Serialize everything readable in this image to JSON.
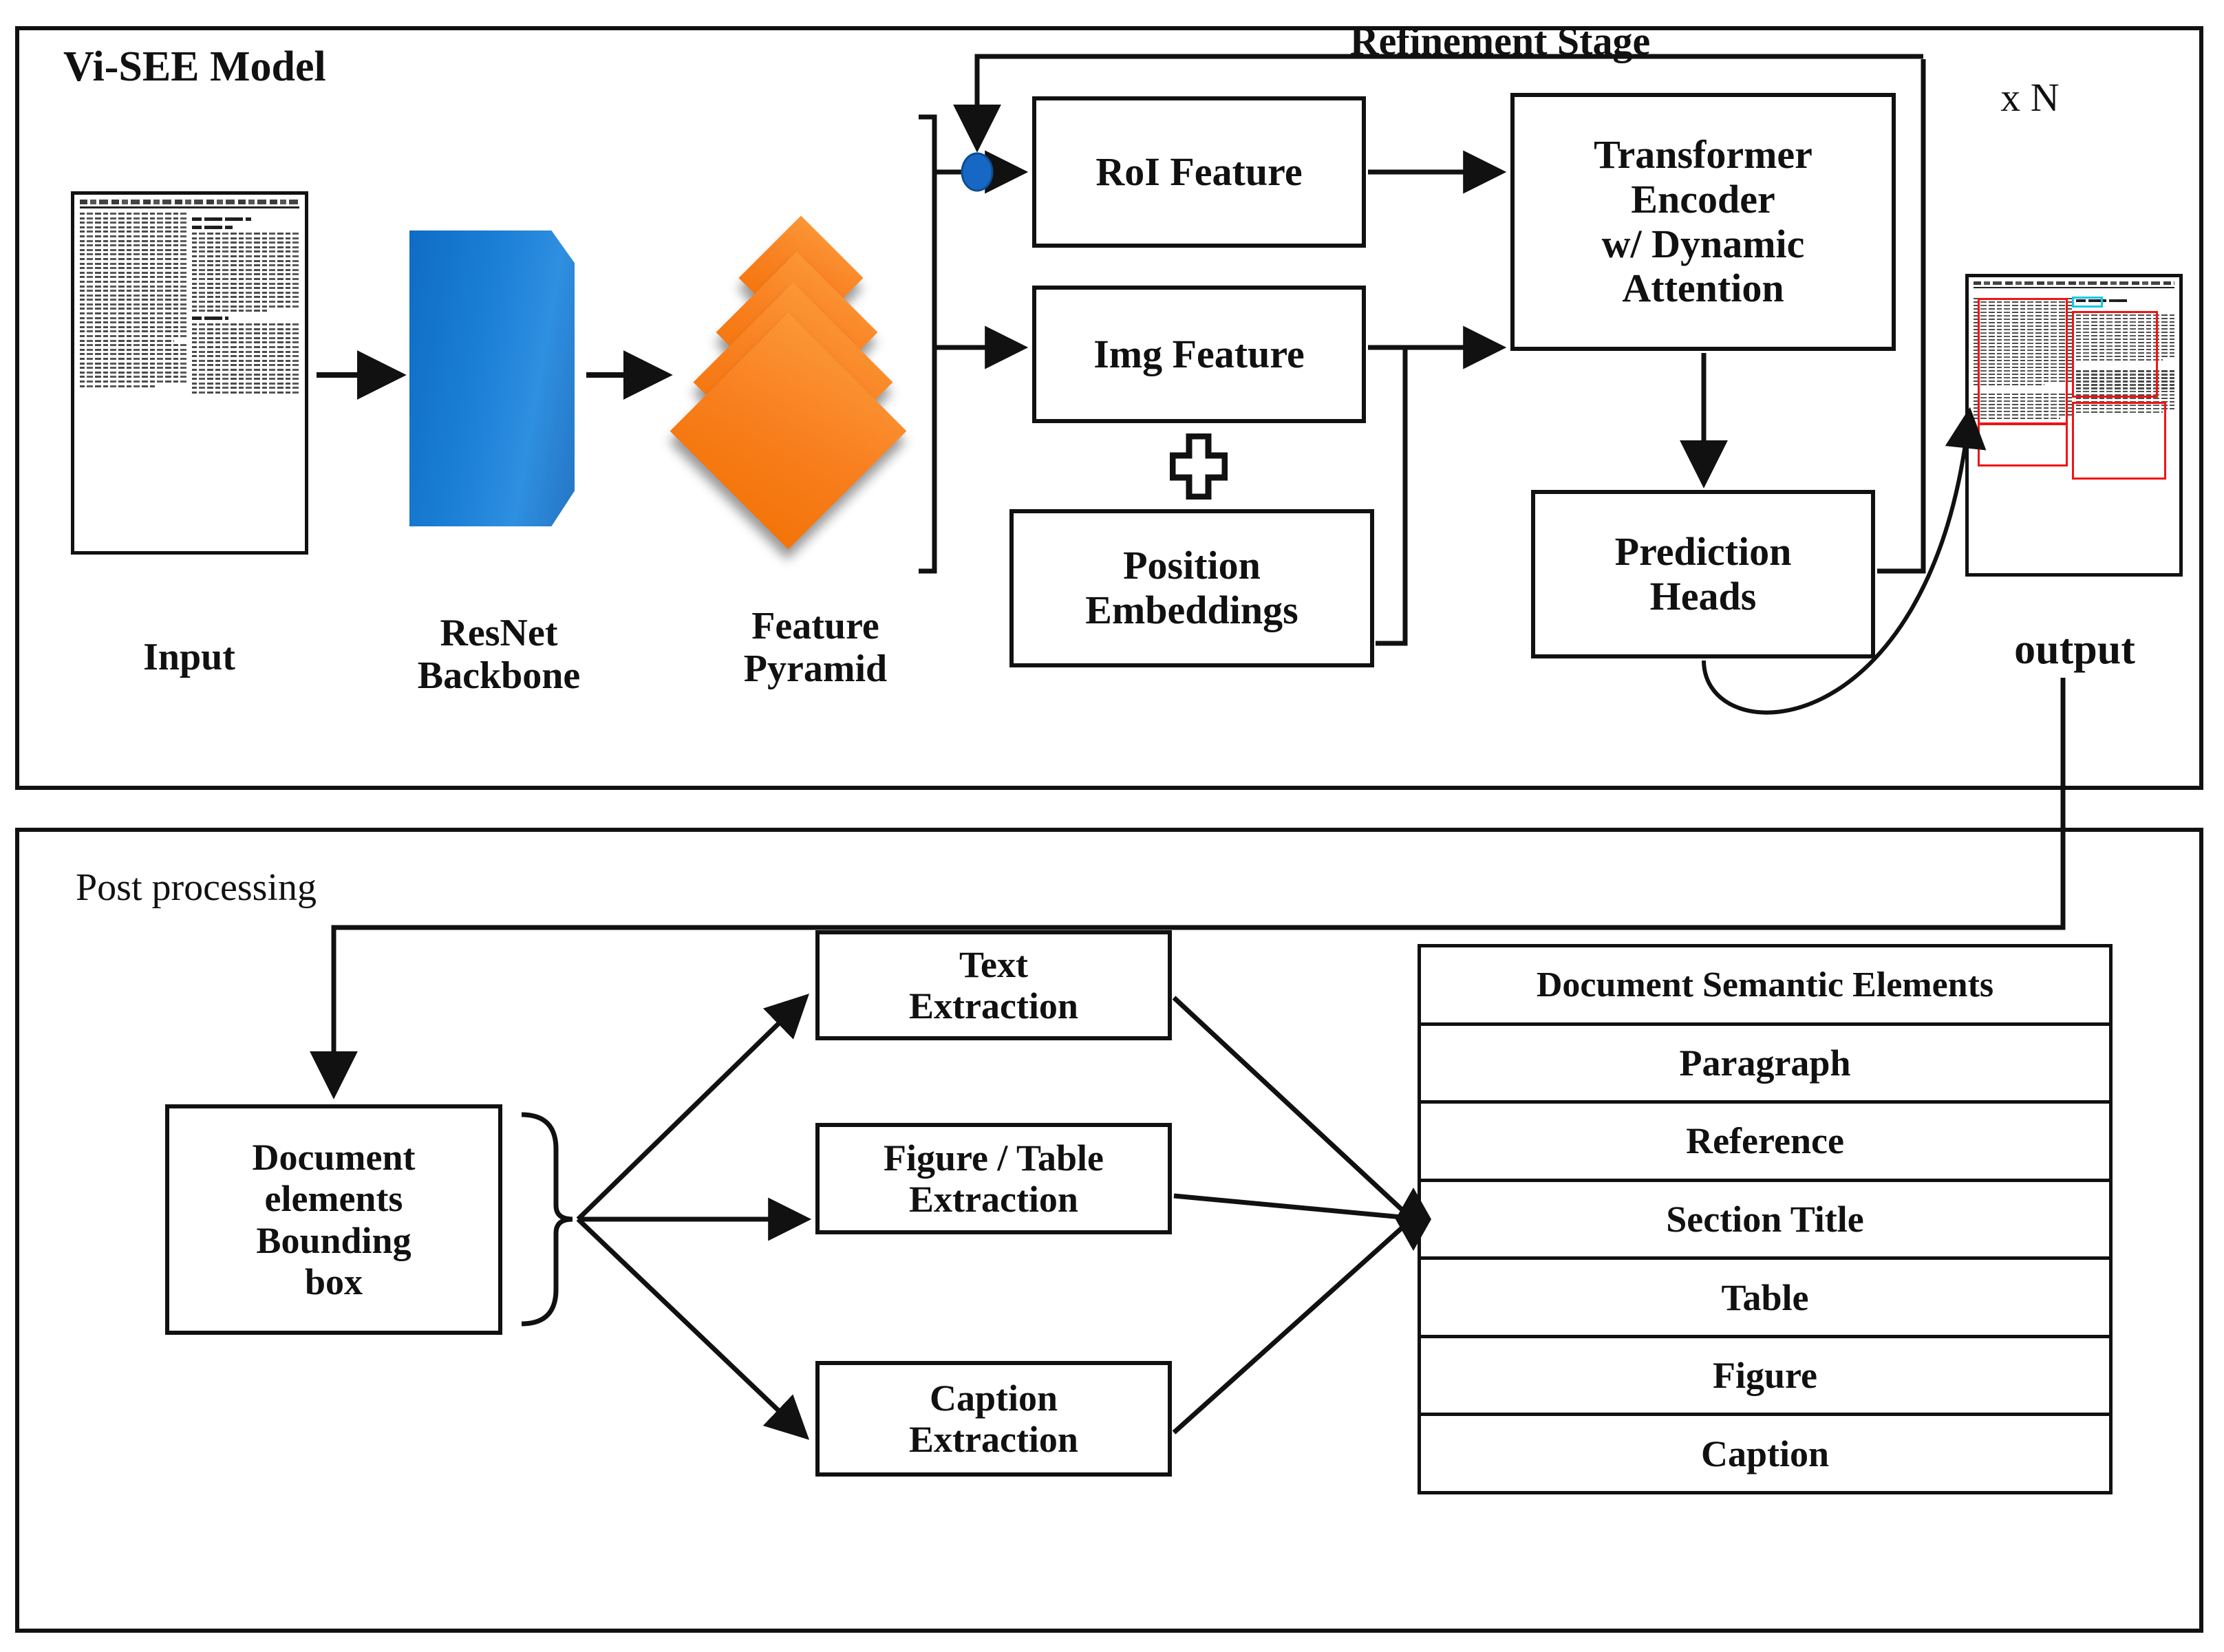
{
  "diagram": {
    "title": "Vi-SEE Model architecture with post processing",
    "stages": [
      {
        "name": "Vi-SEE Model",
        "title": "Vi-SEE Model"
      },
      {
        "name": "Post processing",
        "title": "Post processing"
      }
    ]
  },
  "model_stage": {
    "title": "Vi-SEE Model",
    "refinement_label": "Refinement Stage",
    "repeat_label": "x N",
    "input_caption": "Input",
    "backbone_caption": "ResNet\nBackbone",
    "pyramid_caption": "Feature\nPyramid",
    "output_caption": "output",
    "boxes": [
      {
        "id": "roi",
        "label": "RoI Feature"
      },
      {
        "id": "img",
        "label": "Img Feature"
      },
      {
        "id": "pos",
        "label": "Position\nEmbeddings"
      },
      {
        "id": "encoder",
        "label": "Transformer\nEncoder\nw/ Dynamic\nAttention"
      },
      {
        "id": "heads",
        "label": "Prediction\nHeads"
      }
    ],
    "plus_symbol": "+",
    "colors": {
      "backbone_blue": "#1b7fd6",
      "pyramid_orange": "#f98020",
      "junction_dot_blue": "#1668c4",
      "bbox_red": "#f01414",
      "bbox_cyan": "#13c8e6",
      "stroke_black": "#111111"
    }
  },
  "post_stage": {
    "title": "Post processing",
    "source_box": {
      "id": "bbox",
      "label": "Document\nelements\nBounding\nbox"
    },
    "extractors": [
      {
        "id": "text",
        "label": "Text\nExtraction"
      },
      {
        "id": "figtab",
        "label": "Figure / Table\nExtraction"
      },
      {
        "id": "caption",
        "label": "Caption\nExtraction"
      }
    ],
    "semantic_table": {
      "header": "Document Semantic Elements",
      "rows": [
        "Paragraph",
        "Reference",
        "Section Title",
        "Table",
        "Figure",
        "Caption"
      ]
    }
  }
}
